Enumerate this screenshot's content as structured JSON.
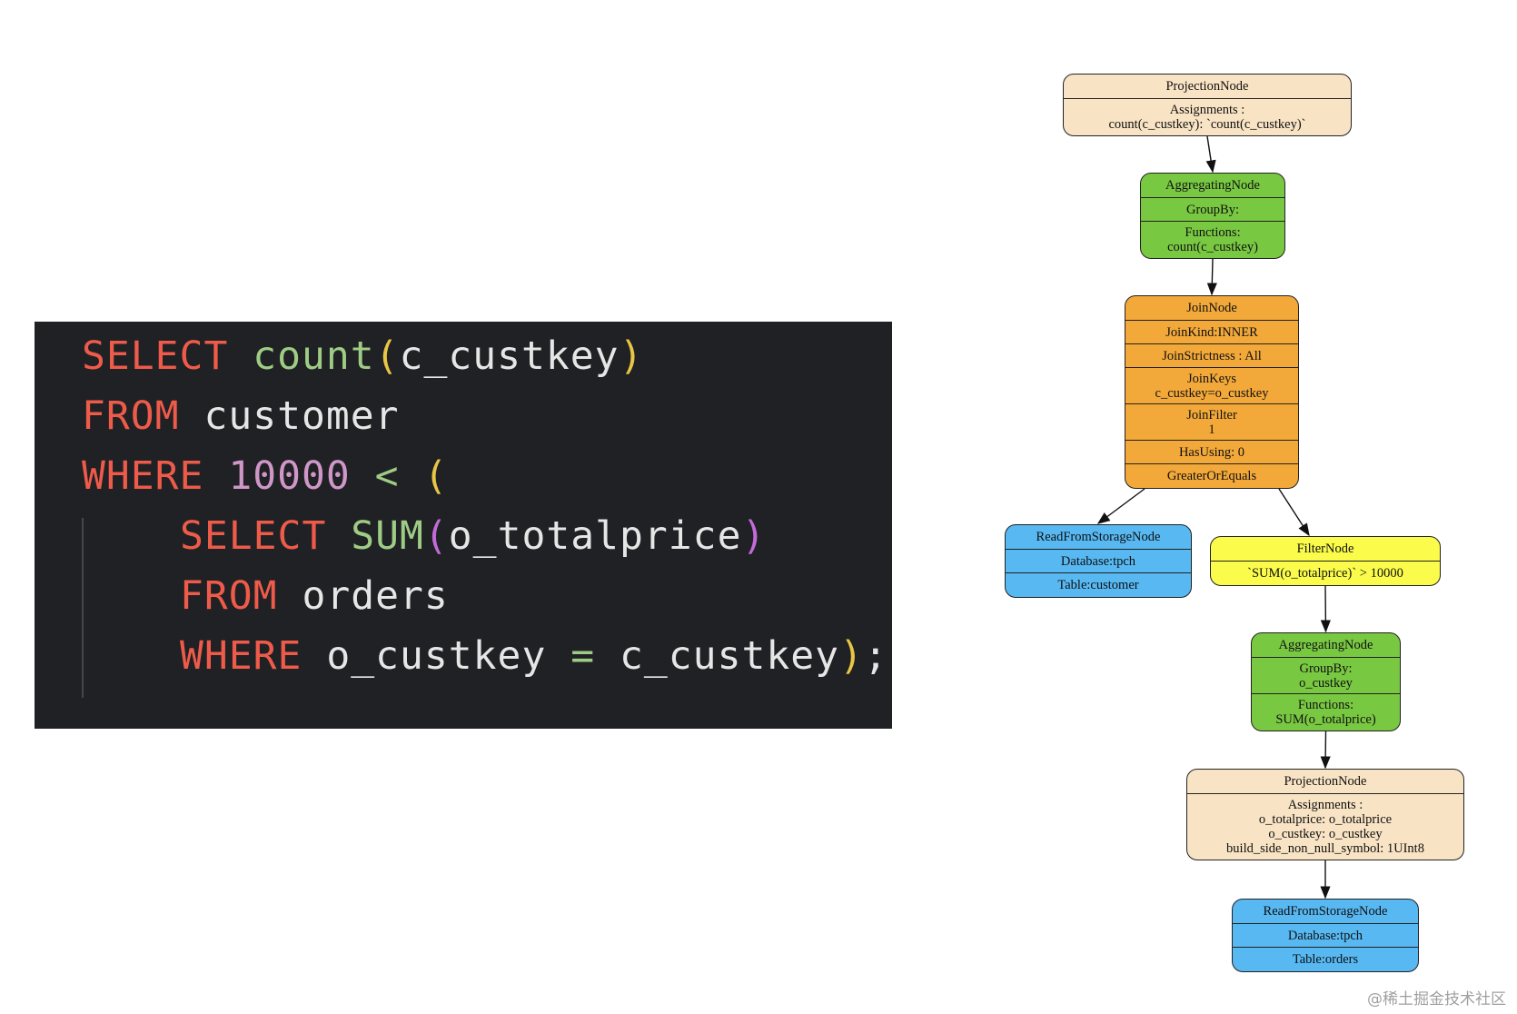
{
  "code": {
    "lines": [
      [
        {
          "t": "SELECT",
          "k": "kw"
        },
        {
          "t": " ",
          "k": "id"
        },
        {
          "t": "count",
          "k": "fn"
        },
        {
          "t": "(",
          "k": "paren"
        },
        {
          "t": "c_custkey",
          "k": "id"
        },
        {
          "t": ")",
          "k": "paren"
        }
      ],
      [
        {
          "t": "FROM",
          "k": "kw"
        },
        {
          "t": " customer",
          "k": "id"
        }
      ],
      [
        {
          "t": "WHERE",
          "k": "kw"
        },
        {
          "t": " ",
          "k": "id"
        },
        {
          "t": "10000",
          "k": "num"
        },
        {
          "t": " < ",
          "k": "op"
        },
        {
          "t": "(",
          "k": "paren"
        }
      ],
      [
        {
          "t": "SELECT",
          "k": "kw"
        },
        {
          "t": " ",
          "k": "id"
        },
        {
          "t": "SUM",
          "k": "fn"
        },
        {
          "t": "(",
          "k": "paren2"
        },
        {
          "t": "o_totalprice",
          "k": "id"
        },
        {
          "t": ")",
          "k": "paren2"
        }
      ],
      [
        {
          "t": "FROM",
          "k": "kw"
        },
        {
          "t": " orders",
          "k": "id"
        }
      ],
      [
        {
          "t": "WHERE",
          "k": "kw"
        },
        {
          "t": " o_custkey ",
          "k": "id"
        },
        {
          "t": "=",
          "k": "op"
        },
        {
          "t": " c_custkey",
          "k": "id"
        },
        {
          "t": ")",
          "k": "paren"
        },
        {
          "t": ";",
          "k": "id"
        }
      ]
    ],
    "colors": {
      "keyword": "#ef5b4a",
      "function": "#9fcc85",
      "paren": "#e8c545",
      "paren_inner": "#c26bd8",
      "identifier": "#e6e6e6",
      "number": "#cf97c8"
    }
  },
  "diagram": {
    "nodes": {
      "projection_top": {
        "color": "#f8e3c4",
        "rows": [
          [
            "ProjectionNode"
          ],
          [
            "Assignments :",
            "count(c_custkey): `count(c_custkey)`"
          ]
        ]
      },
      "aggregating_top": {
        "color": "#79c842",
        "rows": [
          [
            "AggregatingNode"
          ],
          [
            "GroupBy:"
          ],
          [
            "Functions:",
            "count(c_custkey)"
          ]
        ]
      },
      "join": {
        "color": "#f3a93a",
        "rows": [
          [
            "JoinNode"
          ],
          [
            "JoinKind:INNER"
          ],
          [
            "JoinStrictness : All"
          ],
          [
            "JoinKeys",
            "c_custkey=o_custkey"
          ],
          [
            "JoinFilter",
            "1"
          ],
          [
            "HasUsing: 0"
          ],
          [
            "GreaterOrEquals"
          ]
        ]
      },
      "read_customer": {
        "color": "#57b8f2",
        "rows": [
          [
            "ReadFromStorageNode"
          ],
          [
            "Database:tpch"
          ],
          [
            "Table:customer"
          ]
        ]
      },
      "filter": {
        "color": "#fbfb4b",
        "rows": [
          [
            "FilterNode"
          ],
          [
            "`SUM(o_totalprice)` > 10000"
          ]
        ]
      },
      "aggregating_bottom": {
        "color": "#79c842",
        "rows": [
          [
            "AggregatingNode"
          ],
          [
            "GroupBy:",
            "o_custkey"
          ],
          [
            "Functions:",
            "SUM(o_totalprice)"
          ]
        ]
      },
      "projection_bottom": {
        "color": "#f8e3c4",
        "rows": [
          [
            "ProjectionNode"
          ],
          [
            "Assignments :",
            "o_totalprice: o_totalprice",
            "o_custkey: o_custkey",
            "build_side_non_null_symbol: 1UInt8"
          ]
        ]
      },
      "read_orders": {
        "color": "#57b8f2",
        "rows": [
          [
            "ReadFromStorageNode"
          ],
          [
            "Database:tpch"
          ],
          [
            "Table:orders"
          ]
        ]
      }
    },
    "edges": [
      [
        "projection_top",
        "aggregating_top"
      ],
      [
        "aggregating_top",
        "join"
      ],
      [
        "join",
        "read_customer"
      ],
      [
        "join",
        "filter"
      ],
      [
        "filter",
        "aggregating_bottom"
      ],
      [
        "aggregating_bottom",
        "projection_bottom"
      ],
      [
        "projection_bottom",
        "read_orders"
      ]
    ]
  },
  "watermark": "@稀土掘金技术社区"
}
